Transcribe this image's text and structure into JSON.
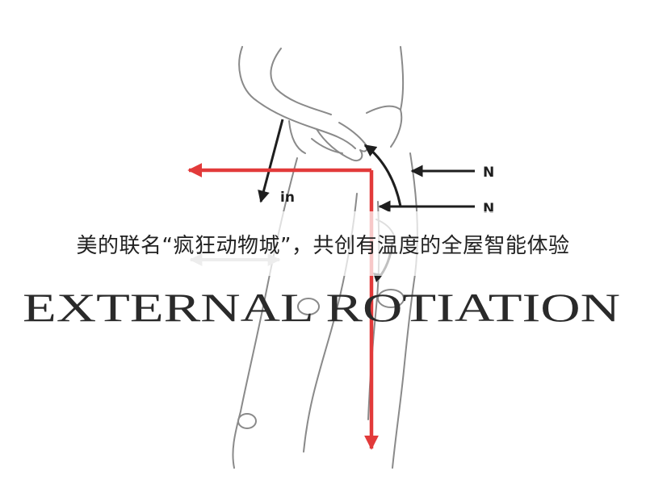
{
  "diagram": {
    "title": "EXTERNAL ROTIATION",
    "label_in": "in",
    "label_n_upper": "N",
    "label_n_lower": "N"
  },
  "banner": {
    "text": "美的联名“疯狂动物城”，共创有温度的全屋智能体验"
  },
  "colors": {
    "force_arrow": "#e23a3a",
    "outline": "#8a8a8a",
    "arrow_dark": "#1e1e1e",
    "grey_arrow": "#bdbdbd",
    "title_text": "#2a2a2a"
  }
}
